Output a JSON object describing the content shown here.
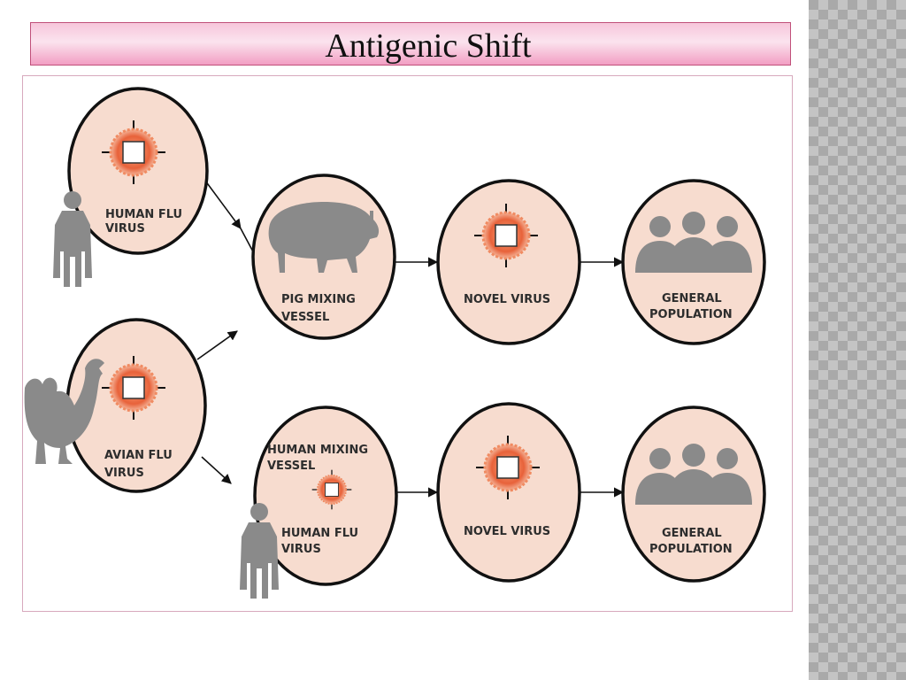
{
  "slide": {
    "title": "Antigenic Shift"
  },
  "diagram": {
    "nodes": {
      "human_flu_virus": [
        "HUMAN FLU",
        "VIRUS"
      ],
      "avian_flu_virus": [
        "AVIAN FLU",
        "VIRUS"
      ],
      "pig_mixing_vessel": [
        "PIG MIXING",
        "VESSEL"
      ],
      "human_mixing_vessel": [
        "HUMAN MIXING",
        "VESSEL"
      ],
      "human_mixing_inner_virus": [
        "HUMAN FLU",
        "VIRUS"
      ],
      "novel_virus_top": [
        "NOVEL VIRUS"
      ],
      "novel_virus_bottom": [
        "NOVEL VIRUS"
      ],
      "general_population_top": [
        "GENERAL",
        "POPULATION"
      ],
      "general_population_bottom": [
        "GENERAL",
        "POPULATION"
      ]
    }
  },
  "colors": {
    "circle_fill": "#f7dccf",
    "circle_stroke": "#111111",
    "virus_ring": "#e8623a",
    "silhouette": "#8a8a8a",
    "title_border": "#c0507a"
  }
}
